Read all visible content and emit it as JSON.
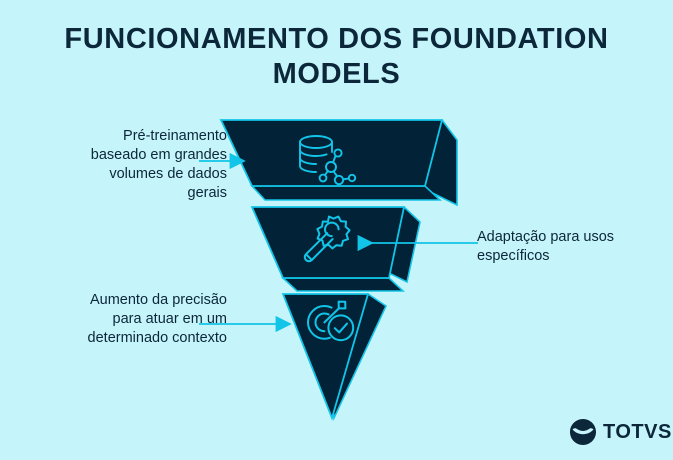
{
  "page": {
    "background_color": "#c6f4fb",
    "accent_color": "#12c5e8",
    "dark_color": "#022337",
    "text_color": "#0b2739"
  },
  "title": "FUNCIONAMENTO DOS FOUNDATION\nMODELS",
  "funnel": {
    "stages": [
      {
        "icon": "database-network-icon",
        "callout": "Pré-treinamento\nbaseado em grandes\nvolumes de dados\ngerais",
        "callout_side": "left",
        "arrow_direction": "right"
      },
      {
        "icon": "gear-wrench-icon",
        "callout": "Adaptação para usos\nespecíficos",
        "callout_side": "right",
        "arrow_direction": "left"
      },
      {
        "icon": "target-check-icon",
        "callout": "Aumento da precisão\npara atuar em um\ndeterminado contexto",
        "callout_side": "left",
        "arrow_direction": "right"
      }
    ]
  },
  "logo": {
    "mark": "totvs-circle-wave-icon",
    "text": "TOTVS"
  }
}
